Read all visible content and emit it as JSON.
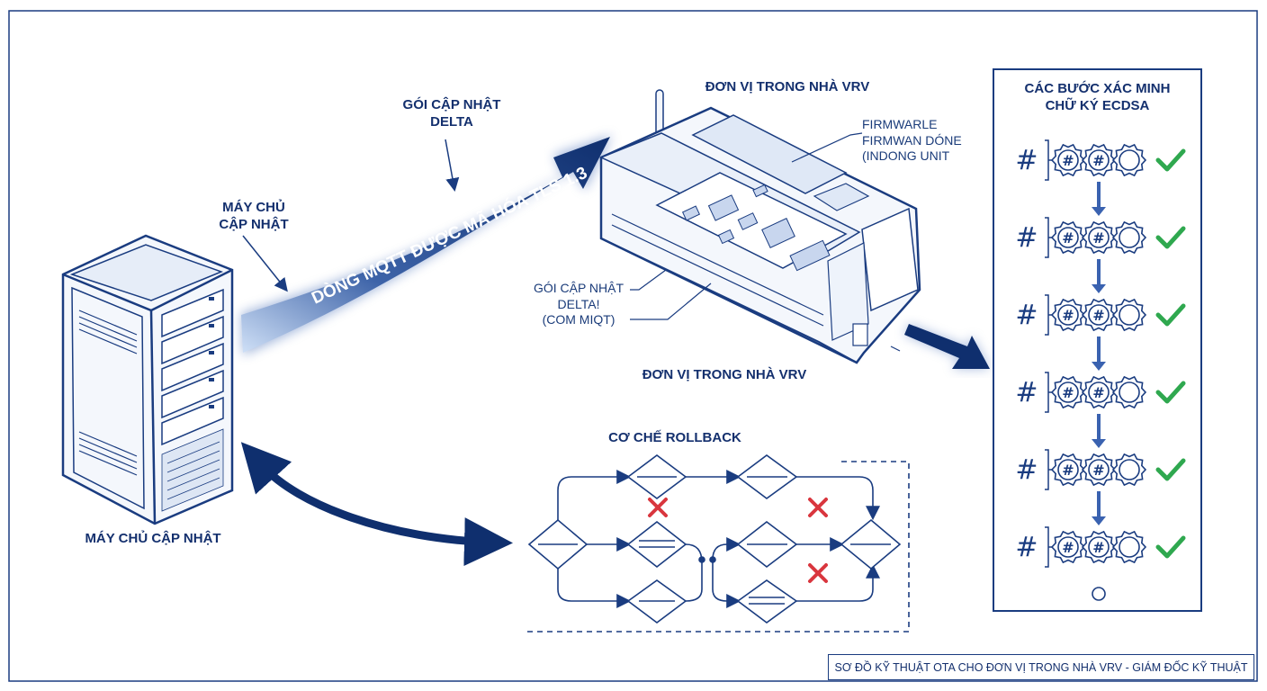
{
  "labels": {
    "server_top": "MÁY CHỦ\nCẬP NHẬT",
    "server_bottom": "MÁY CHỦ CẬP NHẬT",
    "delta_top": "GÓI CẬP NHẬT\nDELTA",
    "stream": "DÒNG MQTT ĐƯỢC MÃ HÓA TLS 1.3",
    "indoor_top": "ĐƠN VỊ TRONG NHÀ VRV",
    "indoor_bottom": "ĐƠN VỊ TRONG NHÀ VRV",
    "firmware_callout": "FIRMWARLE\nFIRMWAN DÓNE\n(INDONG UNIT",
    "delta_callout": "GÓI CẬP NHẬT\nDELTA!\n(COM MIQT)",
    "rollback": "CƠ CHẾ ROLLBACK",
    "verify_title": "CÁC BƯỚC XÁC MINH\nCHỮ KÝ ECDSA",
    "footer": "SƠ ĐỒ KỸ THUẬT OTA CHO ĐƠN VỊ TRONG NHÀ VRV - GIÁM ĐỐC KỸ THUẬT"
  },
  "verify_steps": [
    {
      "hash": "#",
      "status": "verified"
    },
    {
      "hash": "#",
      "status": "verified"
    },
    {
      "hash": "#",
      "status": "verified"
    },
    {
      "hash": "#",
      "status": "verified"
    },
    {
      "hash": "#",
      "status": "verified"
    },
    {
      "hash": "#",
      "status": "verified"
    }
  ],
  "rollback_failures": 3,
  "colors": {
    "navy": "#0f2f6e",
    "line": "#1a3c80",
    "check": "#2fa84f",
    "cross": "#d9363e"
  }
}
